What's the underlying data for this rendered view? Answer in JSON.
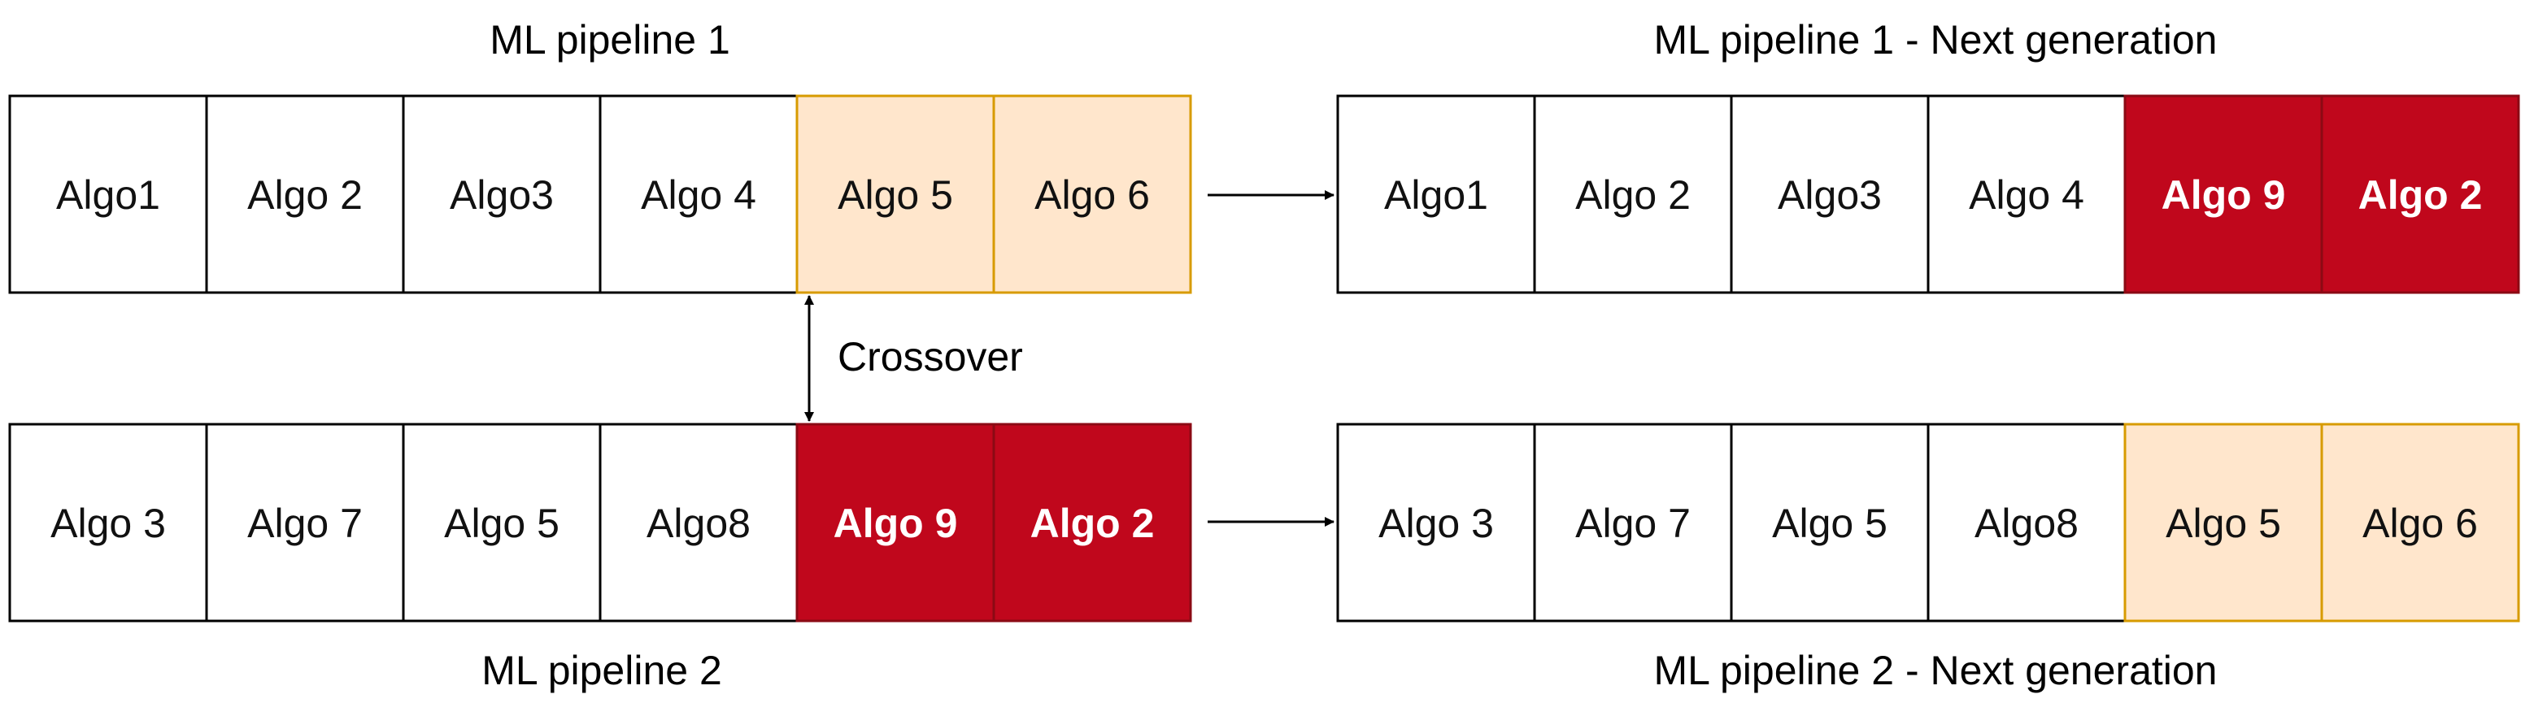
{
  "colors": {
    "plain_fill": "#ffffff",
    "plain_stroke": "#000000",
    "plain_text": "#111111",
    "peach_fill": "#ffe6cc",
    "peach_stroke": "#d79b00",
    "red_fill": "#c0071c",
    "red_stroke": "#8b0a14",
    "red_text": "#ffffff",
    "arrow": "#000000",
    "label_text": "#111111"
  },
  "pipelines": [
    {
      "id": "p1",
      "title": "ML pipeline 1",
      "cells": [
        {
          "label": "Algo1",
          "style": "plain"
        },
        {
          "label": "Algo 2",
          "style": "plain"
        },
        {
          "label": "Algo3",
          "style": "plain"
        },
        {
          "label": "Algo 4",
          "style": "plain"
        },
        {
          "label": "Algo 5",
          "style": "peach"
        },
        {
          "label": "Algo 6",
          "style": "peach"
        }
      ]
    },
    {
      "id": "p1next",
      "title": "ML pipeline 1 - Next generation",
      "cells": [
        {
          "label": "Algo1",
          "style": "plain"
        },
        {
          "label": "Algo 2",
          "style": "plain"
        },
        {
          "label": "Algo3",
          "style": "plain"
        },
        {
          "label": "Algo 4",
          "style": "plain"
        },
        {
          "label": "Algo 9",
          "style": "red"
        },
        {
          "label": "Algo 2",
          "style": "red"
        }
      ]
    },
    {
      "id": "p2",
      "title": "ML pipeline 2",
      "cells": [
        {
          "label": "Algo 3",
          "style": "plain"
        },
        {
          "label": "Algo 7",
          "style": "plain"
        },
        {
          "label": "Algo 5",
          "style": "plain"
        },
        {
          "label": "Algo8",
          "style": "plain"
        },
        {
          "label": "Algo 9",
          "style": "red"
        },
        {
          "label": "Algo 2",
          "style": "red"
        }
      ]
    },
    {
      "id": "p2next",
      "title": "ML pipeline 2 - Next generation",
      "cells": [
        {
          "label": "Algo 3",
          "style": "plain"
        },
        {
          "label": "Algo 7",
          "style": "plain"
        },
        {
          "label": "Algo 5",
          "style": "plain"
        },
        {
          "label": "Algo8",
          "style": "plain"
        },
        {
          "label": "Algo 5",
          "style": "peach"
        },
        {
          "label": "Algo 6",
          "style": "peach"
        }
      ]
    }
  ],
  "crossover_label": "Crossover"
}
